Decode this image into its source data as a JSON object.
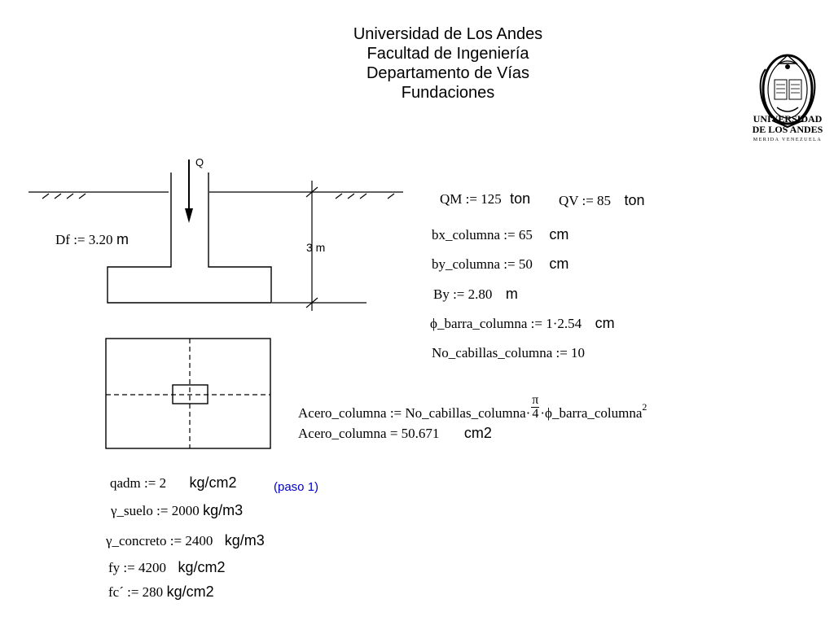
{
  "header": {
    "line1": "Universidad de Los Andes",
    "line2": "Facultad de Ingeniería",
    "line3": "Departamento de Vías",
    "line4": "Fundaciones"
  },
  "logo": {
    "icon": "university-seal-icon",
    "name_line1": "UNIVERSIDAD",
    "name_line2": "DE LOS ANDES",
    "location": "MERIDA VENEZUELA"
  },
  "diagram": {
    "load_label": "Q",
    "df_expr": "Df := 3.20",
    "df_unit": "m",
    "height_label": "3 m"
  },
  "equations": {
    "qm_expr": "QM := 125",
    "qm_unit": "ton",
    "qv_expr": "QV := 85",
    "qv_unit": "ton",
    "bx_expr": "bx_columna := 65",
    "bx_unit": "cm",
    "by_col_expr": "by_columna := 50",
    "by_col_unit": "cm",
    "By_expr": "By := 2.80",
    "By_unit": "m",
    "phi_expr": "ϕ_barra_columna := 1·2.54",
    "phi_unit": "cm",
    "ncab_expr": "No_cabillas_columna := 10",
    "acero_def_left": "Acero_columna := No_cabillas_columna·",
    "acero_def_num": "π",
    "acero_def_den": "4",
    "acero_def_right": "·ϕ_barra_columna",
    "acero_def_exp": "2",
    "acero_res_expr": "Acero_columna = 50.671",
    "acero_res_unit": "cm2",
    "qadm_expr": "qadm := 2",
    "qadm_unit": "kg/cm2",
    "paso": "(paso 1)",
    "gs_expr": "γ_suelo := 2000",
    "gs_unit": "kg/m3",
    "gc_expr": "γ_concreto := 2400",
    "gc_unit": "kg/m3",
    "fy_expr": "fy := 4200",
    "fy_unit": "kg/cm2",
    "fc_expr": "fc´ := 280",
    "fc_unit": "kg/cm2"
  }
}
